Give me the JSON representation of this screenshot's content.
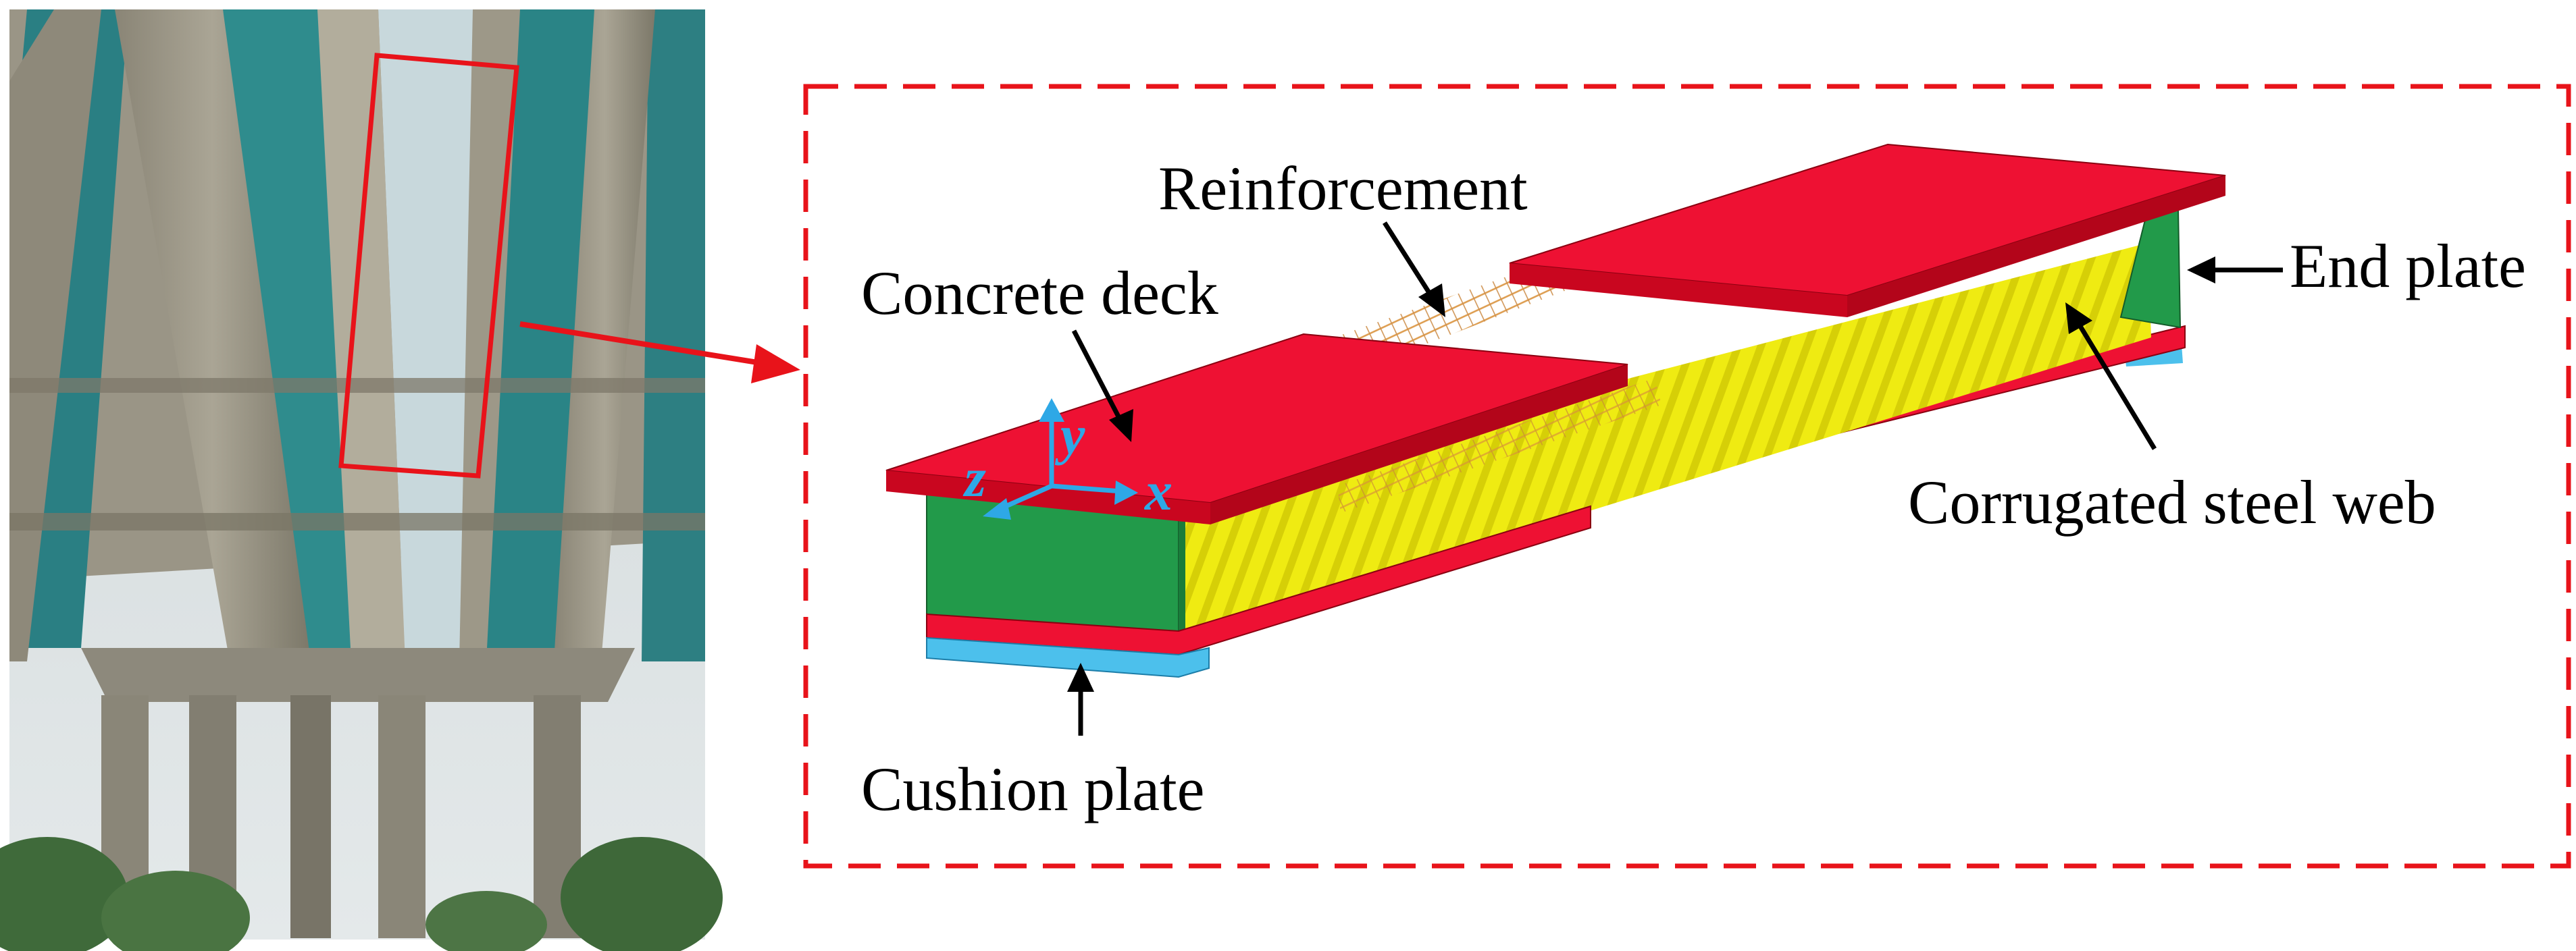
{
  "labels": {
    "reinforcement": "Reinforcement",
    "concrete_deck": "Concrete deck",
    "end_plate": "End plate",
    "corrugated_steel_web": "Corrugated steel web",
    "cushion_plate": "Cushion plate"
  },
  "axes": {
    "x": "x",
    "y": "y",
    "z": "z"
  },
  "colors": {
    "deck": "#ee1133",
    "web": "#eeea0a",
    "end_plate": "#229a4a",
    "cushion_plate": "#4cc0ec",
    "callout": "#e8131a",
    "axis": "#2ea8e6",
    "rebar": "#d9913a"
  }
}
